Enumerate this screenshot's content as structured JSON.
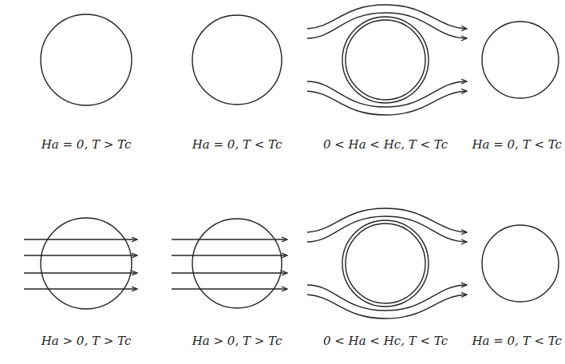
{
  "diagram": {
    "labels": [
      "Ha = 0, T > Tc",
      "Ha = 0, T < Tc",
      "0 < Ha < Hc, T < Tc",
      "Ha = 0, T < Tc",
      "Ha > 0, T > Tc",
      "Ha > 0, T > Tc",
      "0 < Ha < Hc, T < Tc",
      "Ha = 0, T < Tc"
    ]
  }
}
